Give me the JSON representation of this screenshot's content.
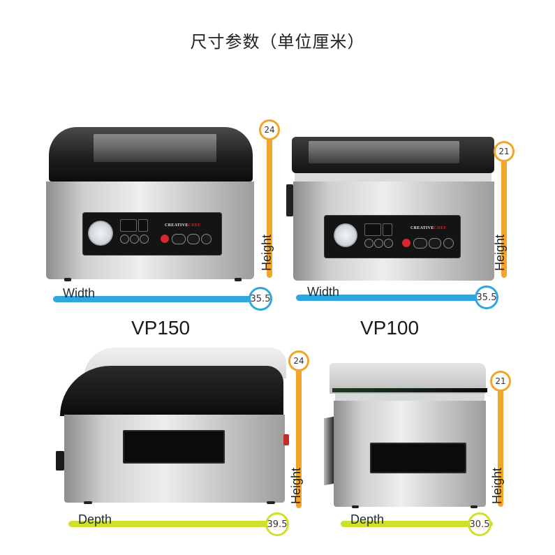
{
  "title": "尺寸参数（单位厘米）",
  "models": [
    {
      "name": "VP150",
      "front_view": {
        "brand_part1": "CREATIVE",
        "brand_part2": "CHEF",
        "height_label": "Height",
        "height_value": "24",
        "width_label": "Width",
        "width_value": "35.5"
      },
      "side_view": {
        "height_label": "Height",
        "height_value": "24",
        "depth_label": "Depth",
        "depth_value": "39.5"
      }
    },
    {
      "name": "VP100",
      "front_view": {
        "brand_part1": "CREATIVE",
        "brand_part2": "CHEF",
        "height_label": "Height",
        "height_value": "21",
        "width_label": "Width",
        "width_value": "35.5"
      },
      "side_view": {
        "height_label": "Height",
        "height_value": "21",
        "depth_label": "Depth",
        "depth_value": "30.5"
      }
    }
  ],
  "colors": {
    "height_bar": "#f3a52b",
    "width_bar": "#2ea6de",
    "depth_bar": "#cfe02a",
    "accent_red": "#d8262a"
  }
}
